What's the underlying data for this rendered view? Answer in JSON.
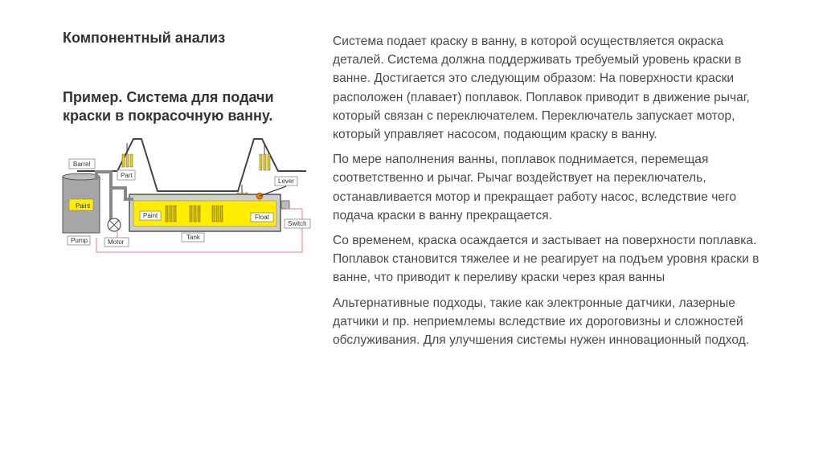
{
  "left": {
    "title": "Компонентный анализ",
    "subtitle": "Пример. Система для подачи краски в покрасочную ванну."
  },
  "diagram": {
    "labels": {
      "barrel": "Barrel",
      "part": "Part",
      "paint_barrel": "Paint",
      "paint_tank": "Paint",
      "float": "Float",
      "lever": "Lever",
      "switch": "Switch",
      "tank": "Tank",
      "pump": "Pump",
      "motor": "Motor"
    },
    "colors": {
      "paint": "#ffee00",
      "metal": "#a6a6a6",
      "outline": "#555555",
      "wire": "#e08080"
    }
  },
  "paragraphs": [
    "Система подает краску в ванну, в которой осуществляется окраска деталей. Система должна поддерживать требуемый уровень краски в ванне. Достигается это следующим образом: На поверхности краски расположен (плавает) поплавок. Поплавок приводит в движение рычаг, который связан с переключателем. Переключатель запускает мотор, который управляет насосом, подающим краску в ванну.",
    "По мере наполнения ванны, поплавок поднимается, перемещая соответственно и рычаг. Рычаг воздействует на переключатель, останавливается мотор и прекращает работу насос, вследствие чего подача краски в ванну прекращается.",
    "Со временем, краска осаждается и застывает на поверхности поплавка. Поплавок становится тяжелее  и не реагирует на подъем уровня краски в ванне, что приводит к переливу краски через края ванны",
    "Альтернативные подходы, такие как электронные датчики, лазерные датчики и пр. неприемлемы вследствие их дороговизны и сложностей обслуживания. Для улучшения системы нужен инновационный подход."
  ]
}
